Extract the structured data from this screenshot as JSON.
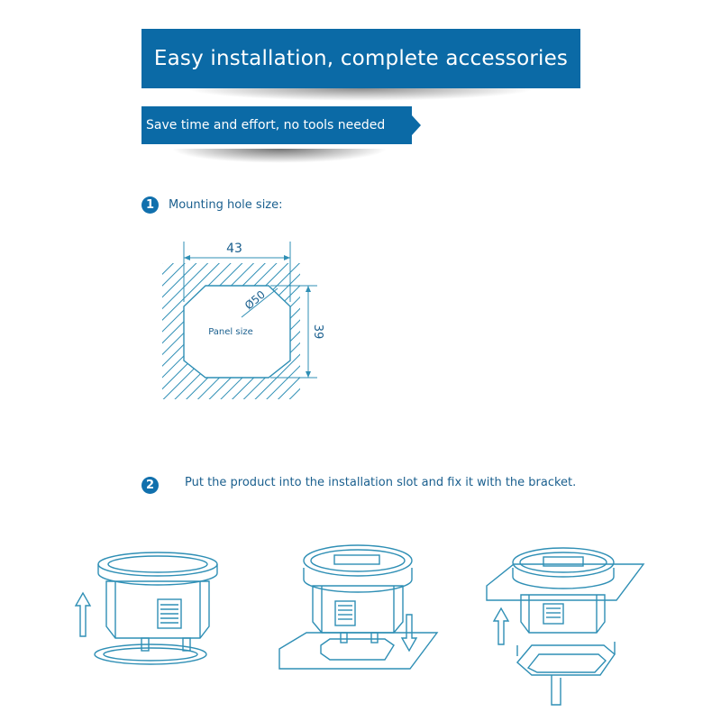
{
  "banner": {
    "title": "Easy installation, complete accessories",
    "subtitle": "Save time and effort, no tools needed"
  },
  "steps": [
    {
      "number": "1",
      "text": "Mounting hole size:"
    },
    {
      "number": "2",
      "text": "Put the product into the installation slot and fix it with the bracket."
    }
  ],
  "diagram": {
    "width_label": "43",
    "height_label": "39",
    "diameter_label": "Ø50",
    "panel_label": "Panel size"
  },
  "colors": {
    "banner": "#0b6aa6",
    "text": "#1a5f8e",
    "line": "#2f8fb5"
  }
}
